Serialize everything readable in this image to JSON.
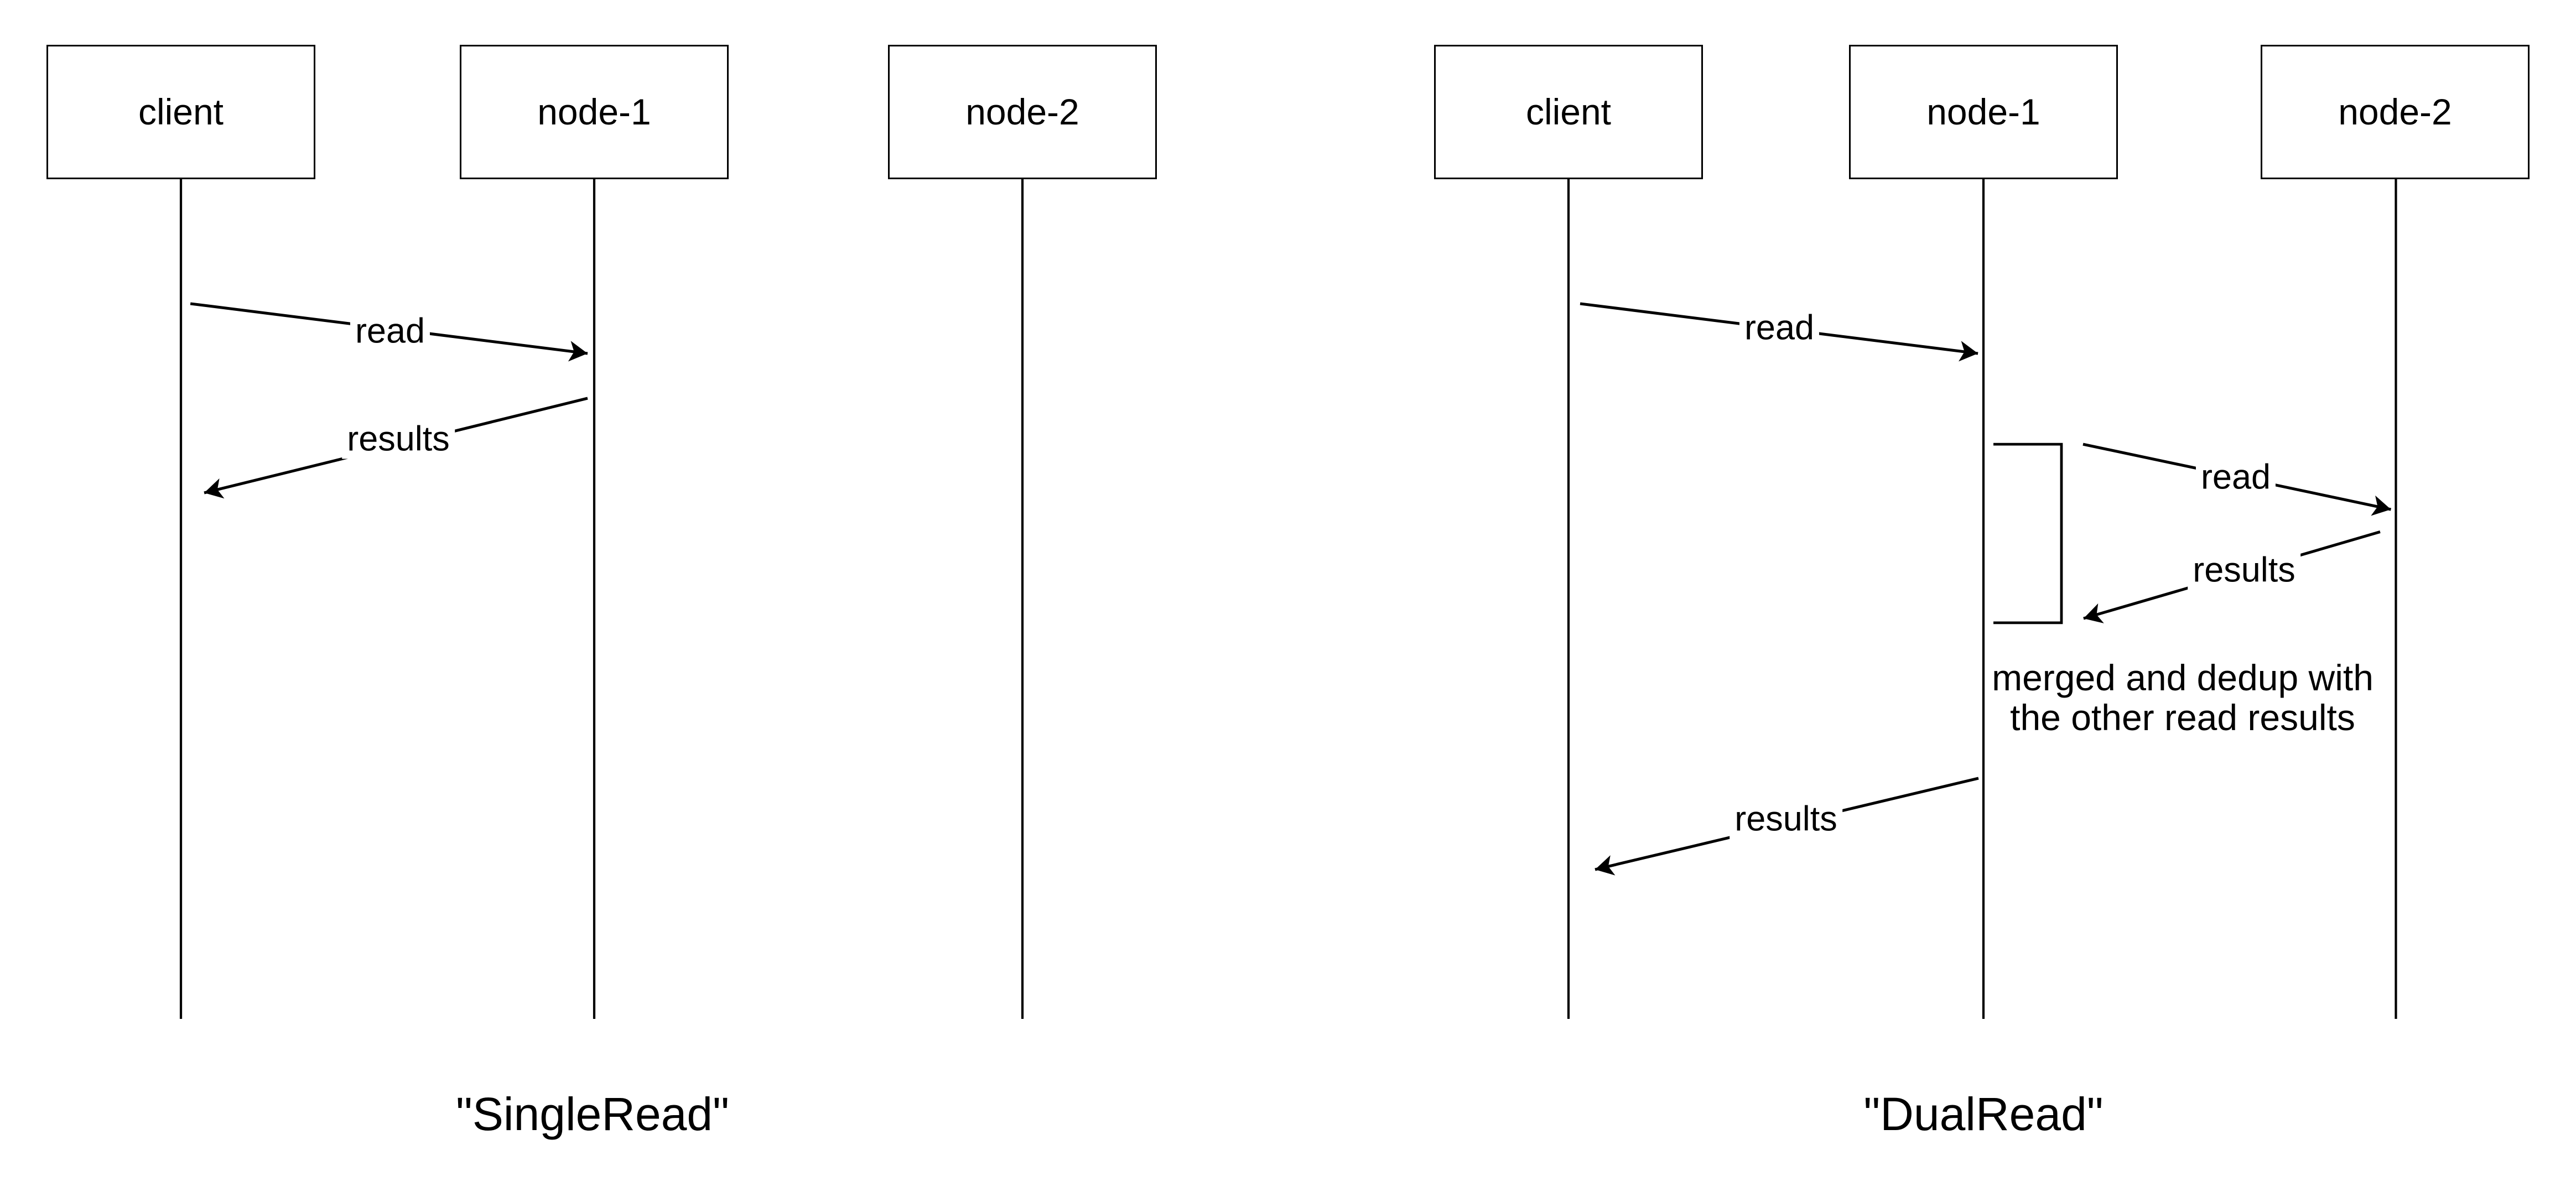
{
  "colors": {
    "ink": "#000000",
    "background": "#ffffff"
  },
  "diagram": {
    "type": "sequence-diagram",
    "left": {
      "caption": "\"SingleRead\"",
      "actors": [
        "client",
        "node-1",
        "node-2"
      ],
      "messages": [
        {
          "label": "read",
          "from": "client",
          "to": "node-1"
        },
        {
          "label": "results",
          "from": "node-1",
          "to": "client"
        }
      ]
    },
    "right": {
      "caption": "\"DualRead\"",
      "actors": [
        "client",
        "node-1",
        "node-2"
      ],
      "messages": [
        {
          "label": "read",
          "from": "client",
          "to": "node-1"
        },
        {
          "label": "read",
          "from": "node-1",
          "to": "node-2"
        },
        {
          "label": "results",
          "from": "node-2",
          "to": "node-1"
        },
        {
          "label": "results",
          "from": "node-1",
          "to": "client"
        }
      ],
      "note_line1": "merged and dedup with",
      "note_line2": "the other read results"
    }
  }
}
